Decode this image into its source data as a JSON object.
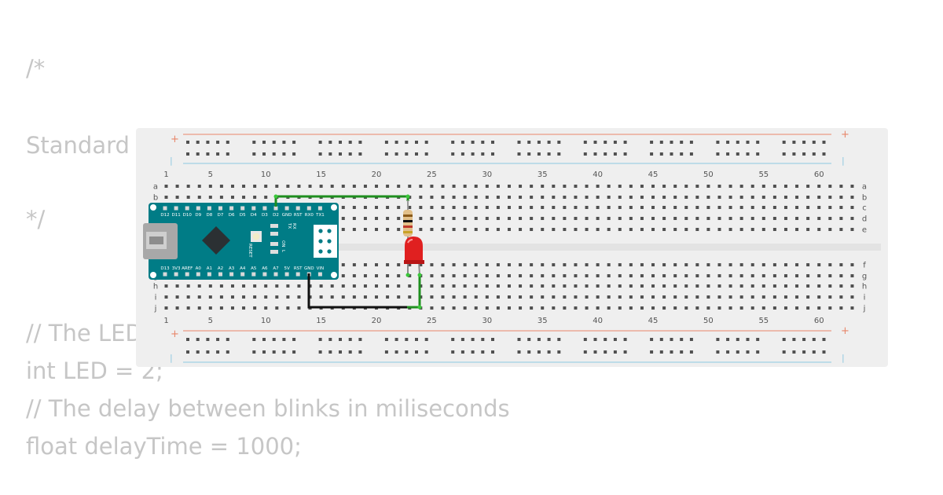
{
  "code": {
    "lines": [
      "/*",
      "Standard",
      "*/",
      "// The LED",
      "int LED = 2;",
      "// The delay between blinks in miliseconds",
      "float delayTime = 1000;"
    ]
  },
  "breadboard": {
    "column_labels": [
      "1",
      "5",
      "10",
      "15",
      "20",
      "25",
      "30",
      "35",
      "40",
      "45",
      "50",
      "55",
      "60"
    ],
    "row_labels_top": [
      "a",
      "b",
      "c",
      "d",
      "e"
    ],
    "row_labels_bottom": [
      "f",
      "g",
      "h",
      "i",
      "j"
    ],
    "plus_sign": "+",
    "minus_sign": "|"
  },
  "arduino": {
    "top_pins": [
      "D12",
      "D11",
      "D10",
      "D9",
      "D8",
      "D7",
      "D6",
      "D5",
      "D4",
      "D3",
      "D2",
      "GND",
      "RST",
      "RX0",
      "TX1"
    ],
    "bottom_pins": [
      "D13",
      "3V3",
      "AREF",
      "A0",
      "A1",
      "A2",
      "A3",
      "A4",
      "A5",
      "A6",
      "A7",
      "5V",
      "RST",
      "GND",
      "VIN"
    ],
    "reset_label": "RESET",
    "led_labels": [
      "TX",
      "RX",
      "ON",
      "L"
    ]
  },
  "colors": {
    "code_text": "#c6c6c6",
    "breadboard": "#efefef",
    "hole": "#505050",
    "rail_plus": "#e8866a",
    "rail_minus": "#8cc8e0",
    "arduino_pcb": "#007c86",
    "wire_signal": "#1f8f1f",
    "wire_ground": "#111111",
    "led": "#e02020"
  }
}
